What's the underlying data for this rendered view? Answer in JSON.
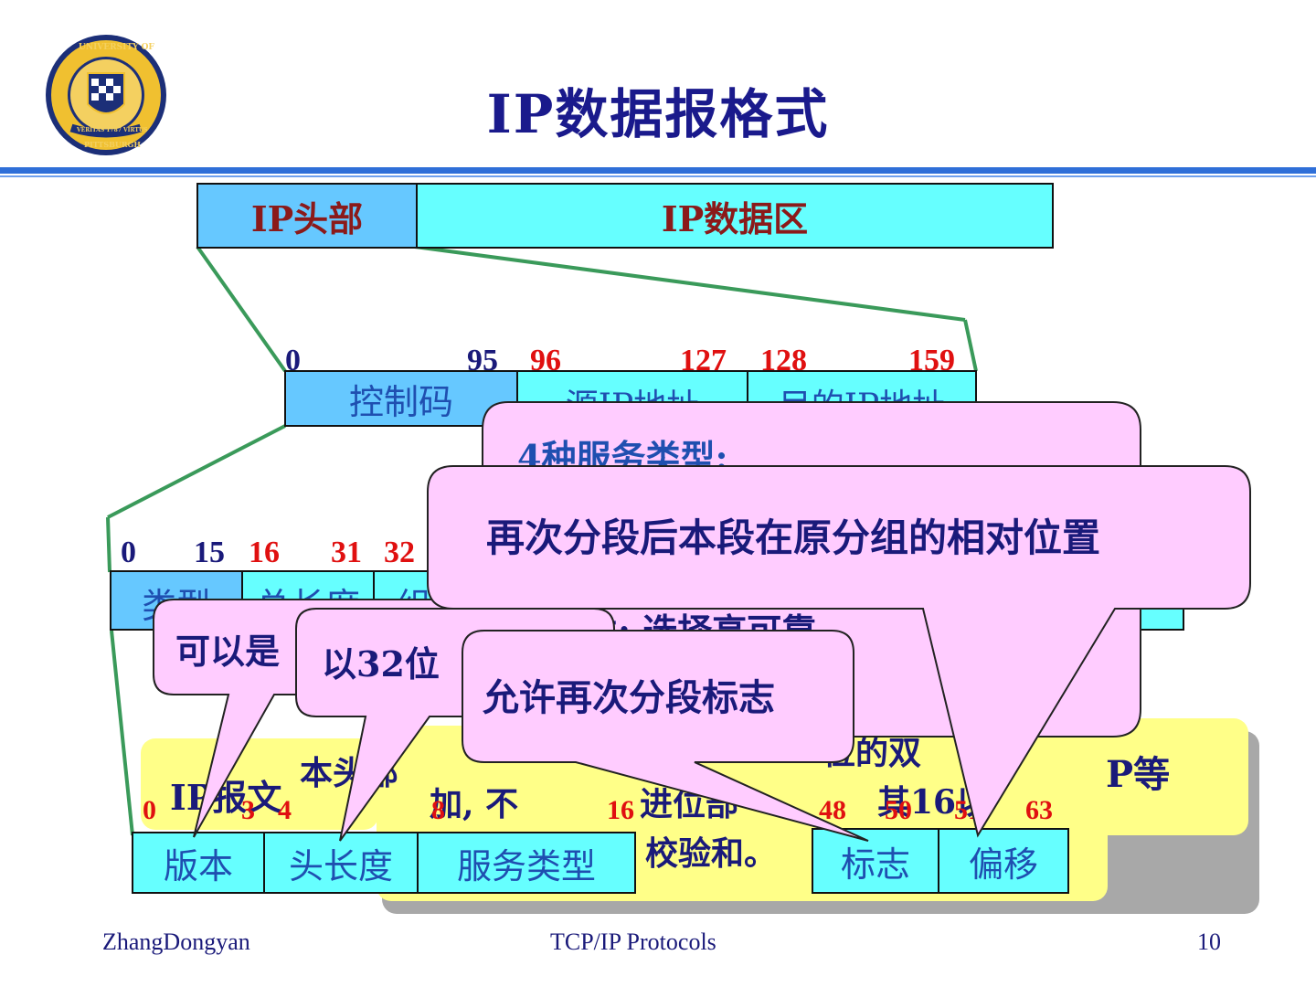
{
  "title": "IP数据报格式",
  "logo": {
    "ring_text_top": "UNIVERSITY OF",
    "ring_text_bottom": "PITTSBURGH",
    "band_text": "VERITAS 1787 VIRTUS"
  },
  "level1": {
    "header": "IP头部",
    "data_area": "IP数据区"
  },
  "level2": {
    "bits": [
      "0",
      "95",
      "96",
      "127",
      "128",
      "159"
    ],
    "fields": [
      "控制码",
      "源IP地址",
      "目的IP地址"
    ]
  },
  "level3": {
    "bits": [
      "0",
      "15",
      "16",
      "31",
      "32"
    ],
    "fields": [
      "类型",
      "总长度",
      "组"
    ]
  },
  "level4": {
    "bits": [
      "0",
      "3",
      "4",
      "8",
      "16",
      "48",
      "50",
      "51",
      "63"
    ],
    "fields": [
      "版本",
      "头长度",
      "服务类型",
      "标志",
      "偏移"
    ]
  },
  "callouts": {
    "service_types": "4种服务类型:",
    "reliability": "可靠性: 选择高可靠",
    "offset": "再次分段后本段在原分组的相对位置",
    "version": "可以是",
    "header_len": "以32位",
    "flags": "允许再次分段标志"
  },
  "yellow_notes": {
    "left_prefix": "IP报文",
    "checksum_line1": "本头部",
    "checksum_line2": "加, 不",
    "checksum_line3": "进位部",
    "checksum_line4": "校验和。",
    "right_line1": "位的双",
    "right_line2": "其16以",
    "protocol": "P等"
  },
  "footer": {
    "left": "ZhangDongyan",
    "center": "TCP/IP Protocols",
    "page": "10"
  },
  "colors": {
    "title": "#1a1a8c",
    "rule": "#2f6fd8",
    "blue_cell": "#66c8ff",
    "cyan_cell": "#66ffff",
    "callout": "#ffccff",
    "note": "#ffff88",
    "connector": "#3a9a5a",
    "bit_red": "#e01010",
    "bit_blue": "#1a1a7a"
  }
}
